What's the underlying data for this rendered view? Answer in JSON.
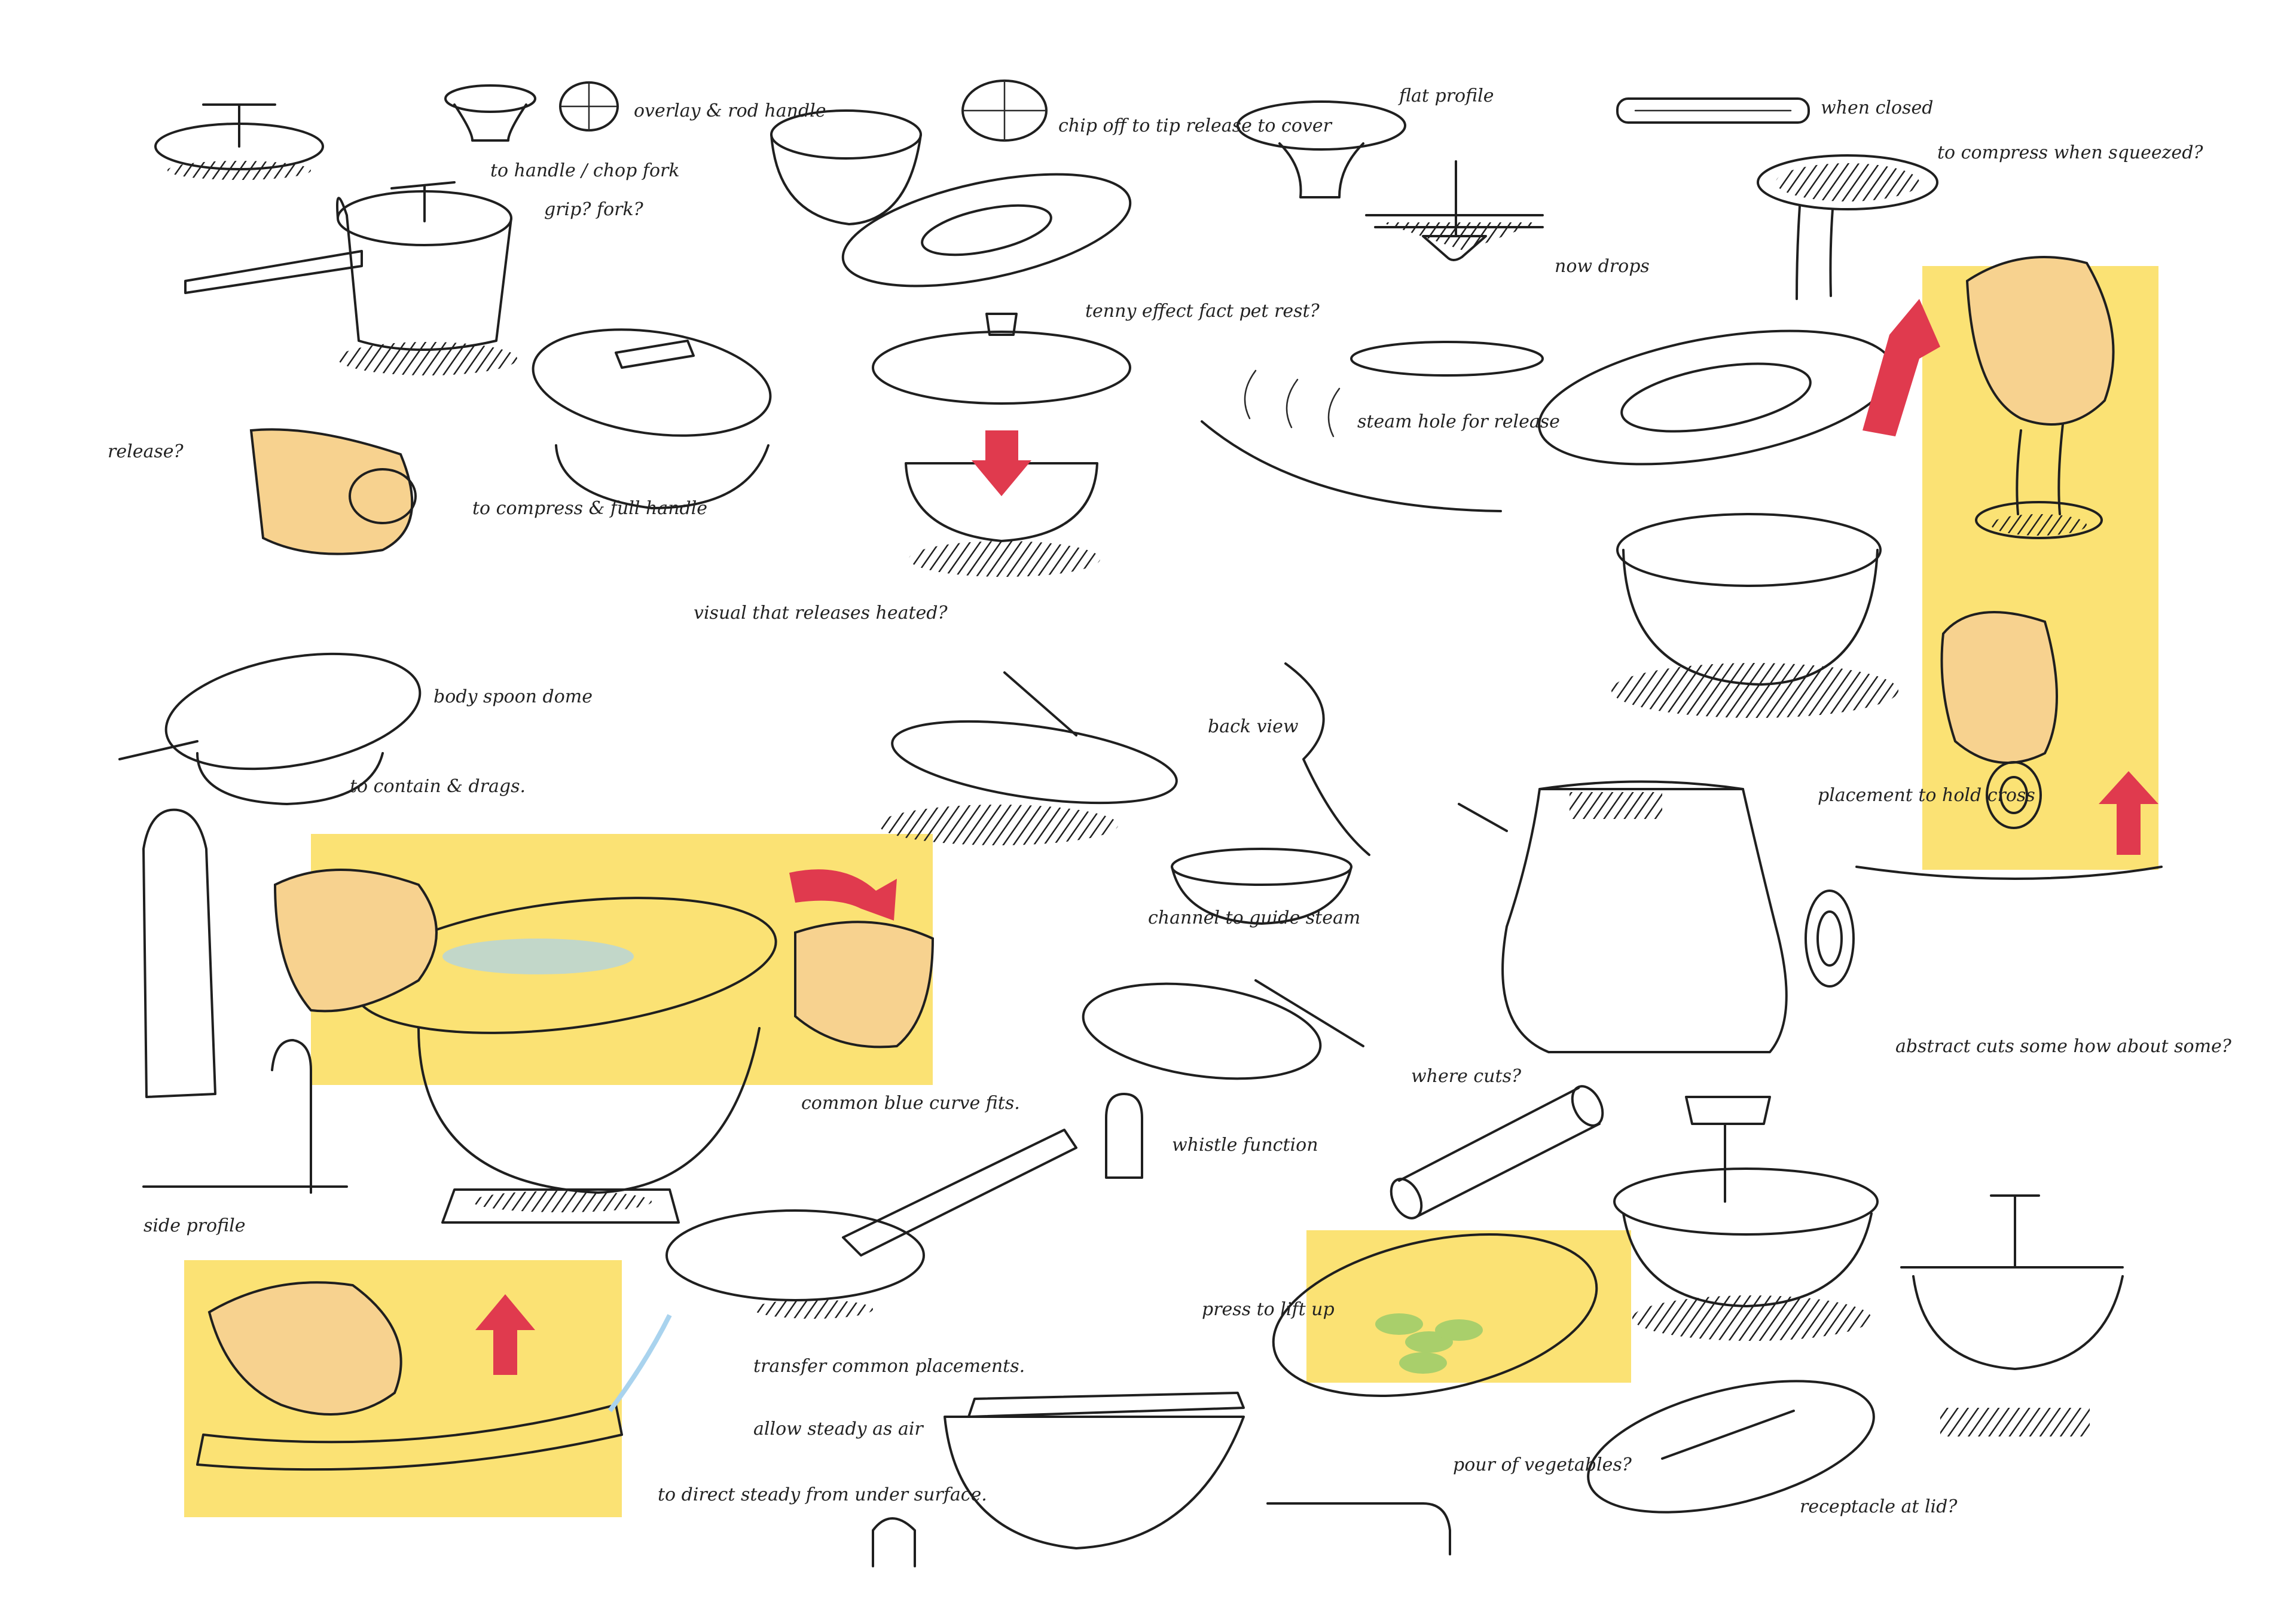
{
  "colors": {
    "highlight": "#fbe274",
    "accent_arrow": "#e03a4e",
    "ink": "#1f1f1f",
    "skin": "#f7d28f",
    "steam": "#a9d3ee",
    "vegetable": "#a9cf6b"
  },
  "notes": {
    "n01": "overlay & rod handle",
    "n02": "to handle / chop fork",
    "n03": "grip? fork?",
    "n04": "chip off to tip release to cover",
    "n05": "flat profile",
    "n06": "when closed",
    "n07": "to compress when squeezed?",
    "n08": "tenny effect fact pet rest?",
    "n09": "now drops",
    "n10": "steam hole for release",
    "n11": "release?",
    "n12": "to compress & full handle",
    "n13": "visual that releases heated?",
    "n14": "body spoon dome",
    "n15": "to contain & drags.",
    "n16": "back view",
    "n17": "channel to guide steam",
    "n18": "placement to hold cross",
    "n19": "where cuts?",
    "n20": "abstract cuts some how about some?",
    "n21": "common blue curve fits.",
    "n22": "side profile",
    "n23": "whistle function",
    "n24": "transfer common placements.",
    "n25": "allow steady as air",
    "n26": "press to lift up",
    "n27": "to direct steady from under surface.",
    "n28": "pour of vegetables?",
    "n29": "receptacle at lid?"
  }
}
